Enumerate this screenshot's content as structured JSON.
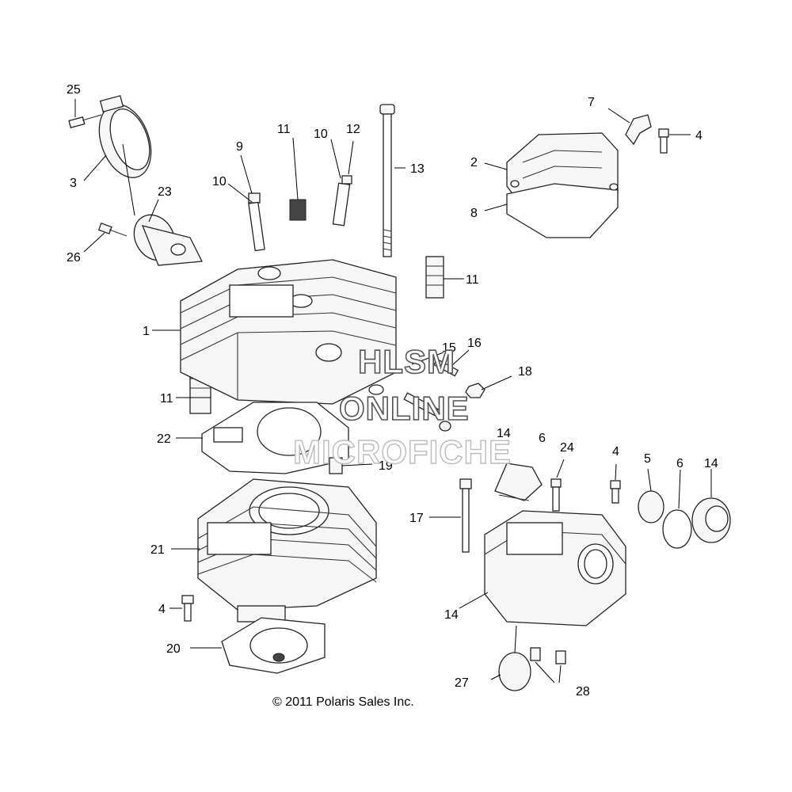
{
  "diagram": {
    "callouts": {
      "c25": "25",
      "c3": "3",
      "c23": "23",
      "c26": "26",
      "c9": "9",
      "c10a": "10",
      "c10b": "10",
      "c11a": "11",
      "c12": "12",
      "c13": "13",
      "c7": "7",
      "c4a": "4",
      "c2": "2",
      "c8": "8",
      "c11b": "11",
      "c1": "1",
      "c15": "15",
      "c16": "16",
      "c18": "18",
      "c11c": "11",
      "c22": "22",
      "c19": "19",
      "c21": "21",
      "c4b": "4",
      "c20": "20",
      "c14a": "14",
      "c6a": "6",
      "c24": "24",
      "c4c": "4",
      "c5": "5",
      "c6b": "6",
      "c14b": "14",
      "c17": "17",
      "c14c": "14",
      "c27": "27",
      "c28": "28"
    },
    "watermark": {
      "line1": "HLSM",
      "line2": "ONLINE",
      "line3": "MICROFICHE"
    },
    "copyright": "© 2011 Polaris Sales Inc."
  }
}
